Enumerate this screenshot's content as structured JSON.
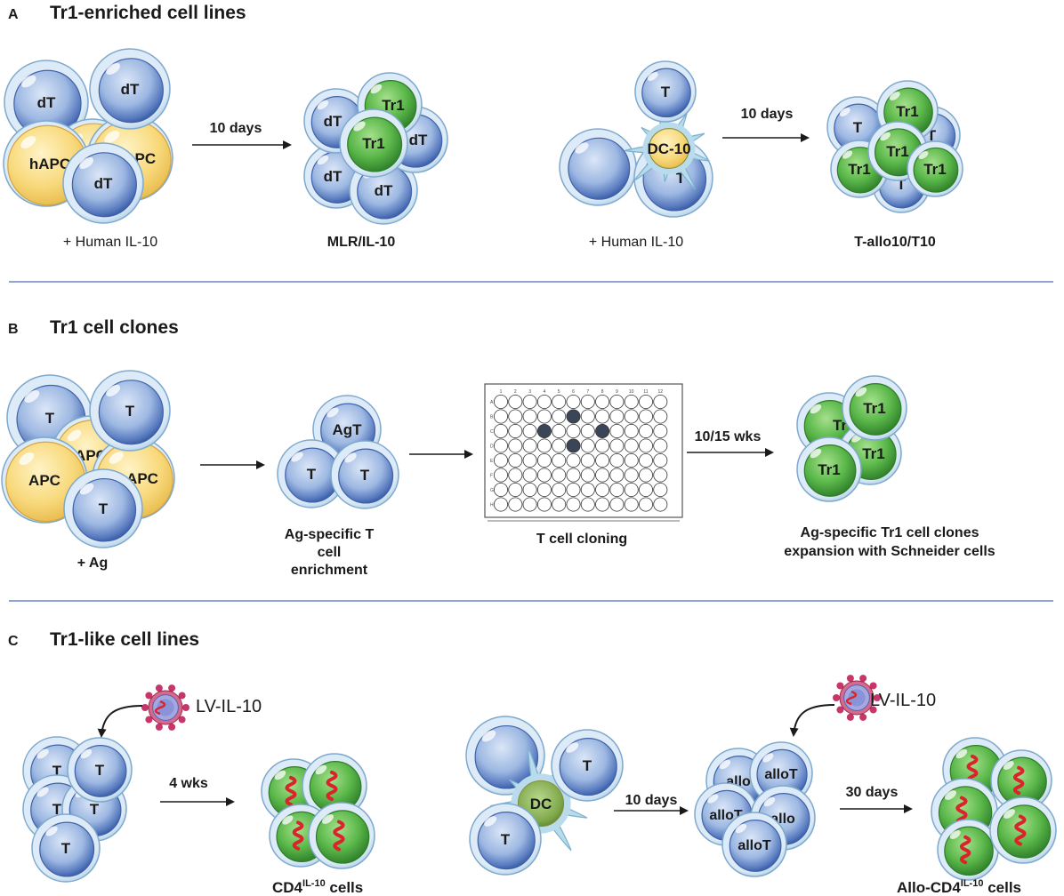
{
  "colors": {
    "t_cell": "#a9c2e6",
    "t_cell_dark": "#3f62a8",
    "tr1_cell": "#5fb94f",
    "tr1_cell_dark": "#2e7d2a",
    "apc_cell": "#f9dc86",
    "membrane": "#cfe4f4",
    "membrane_edge": "#7fa9cc",
    "dendrite": "#b9dcec",
    "separator": "#4a6fb8",
    "virus": "#c7356b",
    "insert": "#d8242a"
  },
  "sections": {
    "a": {
      "letter": "A",
      "title": "Tr1-enriched cell lines",
      "cells": {
        "dt": "dT",
        "hapc": "hAPC",
        "hap": "hAP",
        "tr1": "Tr1",
        "t": "T",
        "dc10": "DC-10"
      },
      "arrow1": "10 days",
      "arrow2": "10 days",
      "caption1": "+ Human IL-10",
      "caption2": "MLR/IL-10",
      "caption3": "+ Human IL-10",
      "caption4": "T-allo10/T10"
    },
    "b": {
      "letter": "B",
      "title": "Tr1 cell clones",
      "cells": {
        "t": "T",
        "apc": "APC",
        "agt": "AgT",
        "tr1": "Tr1",
        "tr1_partial": "Tr"
      },
      "caption_ag": "+ Ag",
      "enrichment": [
        "Ag-specific T",
        "cell",
        "enrichment"
      ],
      "cloning": "T cell cloning",
      "arrow_wks": "10/15 wks",
      "expansion": [
        "Ag-specific Tr1 cell clones",
        "expansion with Schneider cells"
      ],
      "plate_cols": [
        "1",
        "2",
        "3",
        "4",
        "5",
        "6",
        "7",
        "8",
        "9",
        "10",
        "11",
        "12"
      ],
      "plate_rows": [
        "A",
        "B",
        "C",
        "D",
        "E",
        "F",
        "G",
        "H"
      ]
    },
    "c": {
      "letter": "C",
      "title": "Tr1-like cell lines",
      "cells": {
        "t": "T",
        "dc": "DC",
        "allot": "alloT",
        "allo_partial": "allo"
      },
      "vector1": "LV-IL-10",
      "vector2": "LV-IL-10",
      "arrow1": "4 wks",
      "arrow2": "10 days",
      "arrow3": "30 days",
      "product1": {
        "base": "CD4",
        "sup": "IL-10",
        "suffix": " cells"
      },
      "product2": {
        "base": "Allo-CD4",
        "sup": "IL-10",
        "suffix": " cells"
      }
    }
  }
}
